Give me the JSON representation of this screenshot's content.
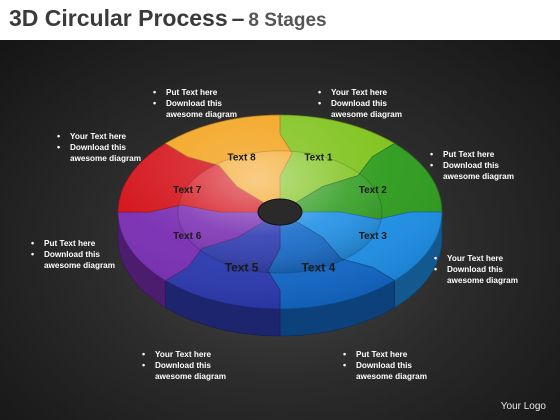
{
  "title": {
    "main": "3D Circular Process",
    "separator": "–",
    "sub": "8 Stages"
  },
  "logo": "Your Logo",
  "segments": [
    {
      "label": "Text 1",
      "color": "#7fc31c"
    },
    {
      "label": "Text 2",
      "color": "#2f9c1f"
    },
    {
      "label": "Text 3",
      "color": "#1e8fe6"
    },
    {
      "label": "Text 4",
      "color": "#1469c8"
    },
    {
      "label": "Text 5",
      "color": "#2d3bb0"
    },
    {
      "label": "Text 6",
      "color": "#7a2fb3"
    },
    {
      "label": "Text 7",
      "color": "#d4121a"
    },
    {
      "label": "Text 8",
      "color": "#f3a21a"
    }
  ],
  "notes": [
    {
      "lines": [
        "Put Text  here",
        "Download this",
        "awesome diagram"
      ]
    },
    {
      "lines": [
        "Your Text here",
        "Download this",
        "awesome diagram"
      ]
    },
    {
      "lines": [
        "Your Text  here",
        "Download this",
        "awesome diagram"
      ]
    },
    {
      "lines": [
        "Put Text here",
        "Download this",
        "awesome diagram"
      ]
    },
    {
      "lines": [
        "Put Text  here",
        "Download this",
        "awesome diagram"
      ]
    },
    {
      "lines": [
        "Your Text here",
        "Download this",
        "awesome diagram"
      ]
    },
    {
      "lines": [
        "Your Text here",
        "Download this",
        "awesome diagram"
      ]
    },
    {
      "lines": [
        "Put Text here",
        "Download this",
        "awesome diagram"
      ]
    }
  ]
}
